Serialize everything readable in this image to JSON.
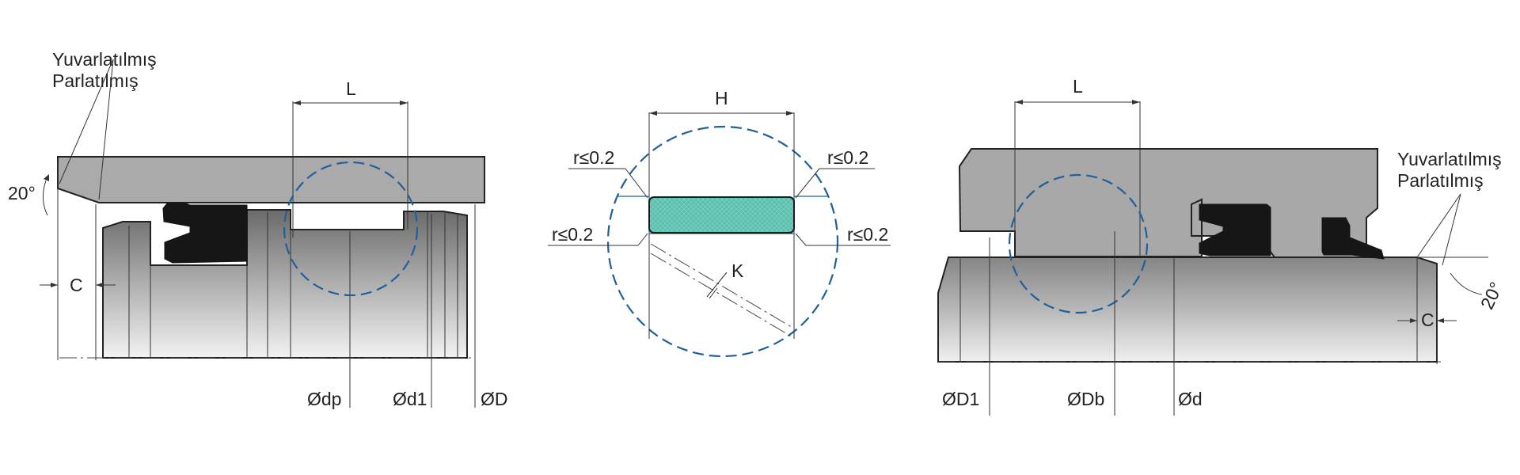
{
  "colors": {
    "metal_light": "#c2c2c2",
    "metal_dark": "#6e6e6e",
    "housing": "#aaaaaa",
    "seal": "#161616",
    "guide_ring": "#58c0ac",
    "detail_circle": "#1f5f9c",
    "line": "#222222"
  },
  "left_view": {
    "surface_note_line1": "Yuvarlatılmış",
    "surface_note_line2": "Parlatılmış",
    "angle": "20°",
    "chamfer": "C",
    "length": "L",
    "dia_dp": "Ødp",
    "dia_d1": "Ød1",
    "dia_D": "ØD"
  },
  "detail_view": {
    "height": "H",
    "radius_tl": "r≤0.2",
    "radius_tr": "r≤0.2",
    "radius_bl": "r≤0.2",
    "radius_br": "r≤0.2",
    "gap": "K"
  },
  "right_view": {
    "length": "L",
    "surface_note_line1": "Yuvarlatılmış",
    "surface_note_line2": "Parlatılmış",
    "angle": "20°",
    "chamfer": "C",
    "dia_D1": "ØD1",
    "dia_Db": "ØDb",
    "dia_d": "Ød"
  }
}
